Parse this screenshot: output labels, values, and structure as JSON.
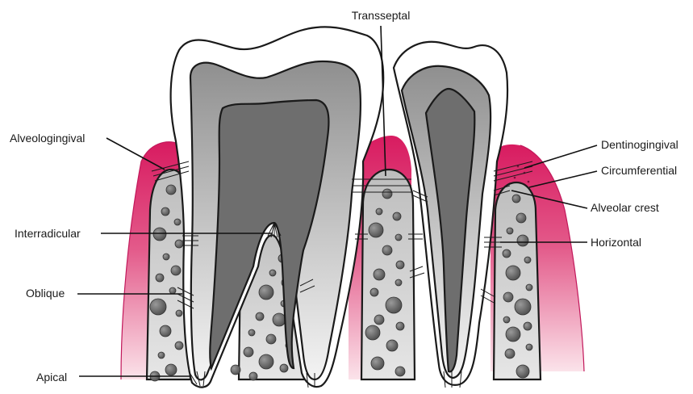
{
  "labels": {
    "transseptal": "Transseptal",
    "alveologingival": "Alveologingival",
    "dentinogingival": "Dentinogingival",
    "circumferential": "Circumferential",
    "alveolar_crest": "Alveolar crest",
    "interradicular": "Interradicular",
    "horizontal": "Horizontal",
    "oblique": "Oblique",
    "apical": "Apical"
  },
  "colors": {
    "gingiva": "#d81b60",
    "gingiva_light": "#f7c6d6",
    "bone": "#c9c9c9",
    "dentin": "#9a9a9a",
    "pulp": "#6e6e6e",
    "enamel": "#ffffff",
    "bone_pores": "#6a6a6a"
  }
}
